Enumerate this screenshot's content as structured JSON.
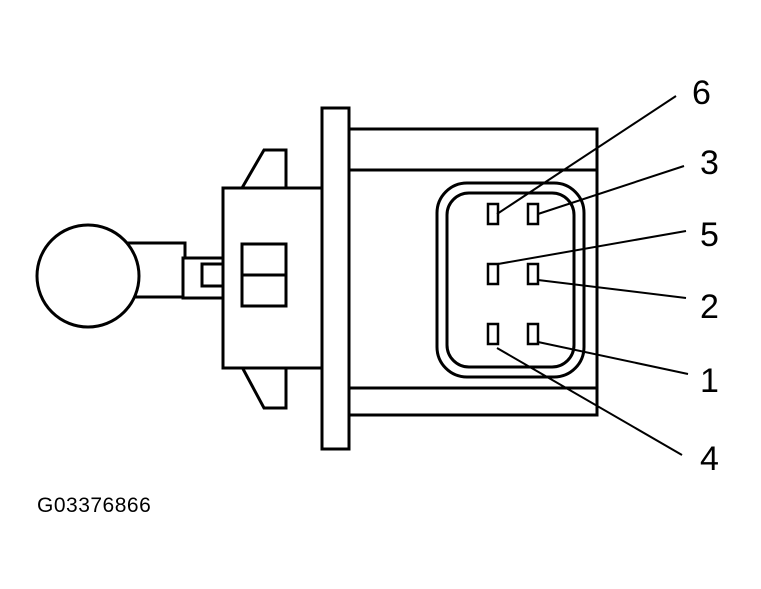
{
  "figure_id": "G03376866",
  "pins": [
    {
      "label": "6"
    },
    {
      "label": "3"
    },
    {
      "label": "5"
    },
    {
      "label": "2"
    },
    {
      "label": "1"
    },
    {
      "label": "4"
    }
  ]
}
